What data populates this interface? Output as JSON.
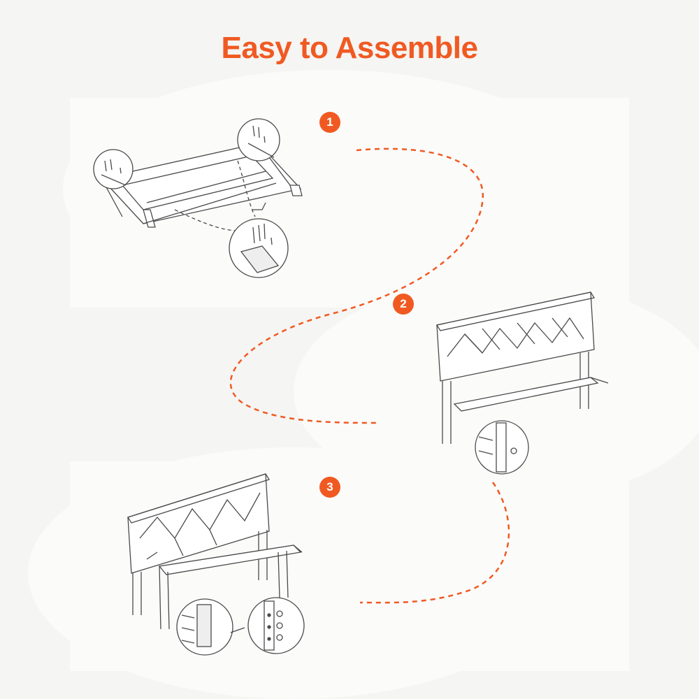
{
  "title": "Easy to Assemble",
  "steps": [
    {
      "number": "1"
    },
    {
      "number": "2"
    },
    {
      "number": "3"
    }
  ],
  "colors": {
    "accent": "#f05a22",
    "background": "#f5f5f3",
    "panel": "#fbfbfa",
    "line": "#4a4a4a"
  }
}
